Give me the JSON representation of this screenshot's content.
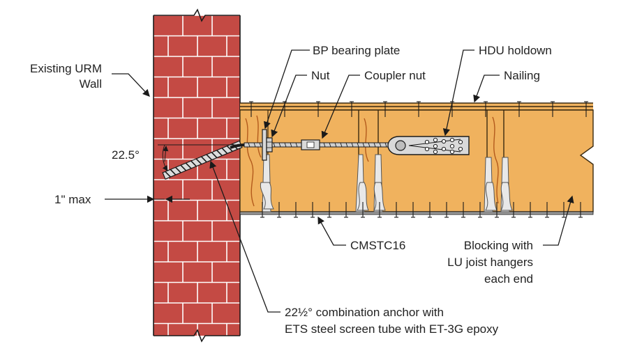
{
  "labels": {
    "urm_wall_line1": "Existing URM",
    "urm_wall_line2": "Wall",
    "angle": "22.5°",
    "max_embed": "1\" max",
    "bp_bearing_plate": "BP bearing plate",
    "nut": "Nut",
    "coupler_nut": "Coupler nut",
    "hdu_holdown": "HDU holdown",
    "nailing": "Nailing",
    "cmstc16": "CMSTC16",
    "blocking_line1": "Blocking with",
    "blocking_line2": "LU joist hangers",
    "blocking_line3": "each end",
    "anchor_line1": "22½° combination anchor with",
    "anchor_line2": "ETS steel screen tube with ET-3G epoxy"
  },
  "colors": {
    "brick": "#c44a44",
    "mortar": "#ffffff",
    "wood": "#f0b25e",
    "grain": "#b35a1c",
    "steel": "#d9d9d9",
    "outline": "#1a1a1a"
  }
}
